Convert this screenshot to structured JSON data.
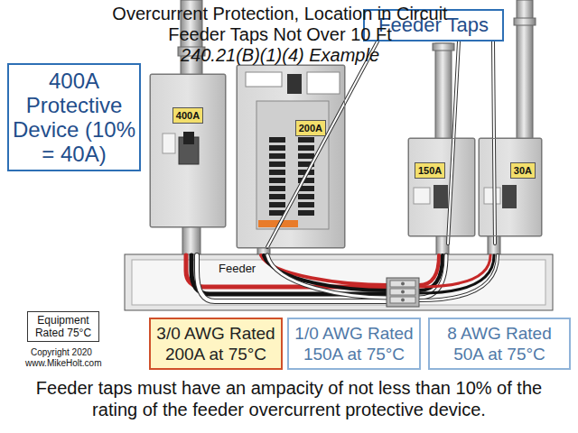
{
  "diagram": {
    "title": "Overcurrent Protection, Location in Circuit Feeder Taps Not Over 10 Ft",
    "caption": "Feeder taps must have an ampacity of not less than 10% of the rating of the feeder overcurrent protective device.",
    "nodes": [
      {
        "text": [
          "400A Protective Device (10% = 40A)"
        ]
      },
      {
        "text": [
          "400A"
        ]
      },
      {
        "text": [
          "200A"
        ]
      },
      {
        "text": [
          "Feeder Taps"
        ]
      },
      {
        "text": [
          "150A"
        ]
      },
      {
        "text": [
          "30A"
        ]
      },
      {
        "text": [
          "Equipment Rated 75°C"
        ]
      },
      {
        "text": [
          "3/0 AWG Rated 200A at 75°C"
        ]
      },
      {
        "text": [
          "1/0 AWG Rated 150A at 75°C"
        ]
      },
      {
        "text": [
          "8 AWG Rated 50A at 75°C"
        ]
      }
    ],
    "labels": [
      "240.21(B)(1)(4) Example",
      "Feeder",
      "Copyright 2020",
      "www.MikeHolt.com"
    ]
  }
}
